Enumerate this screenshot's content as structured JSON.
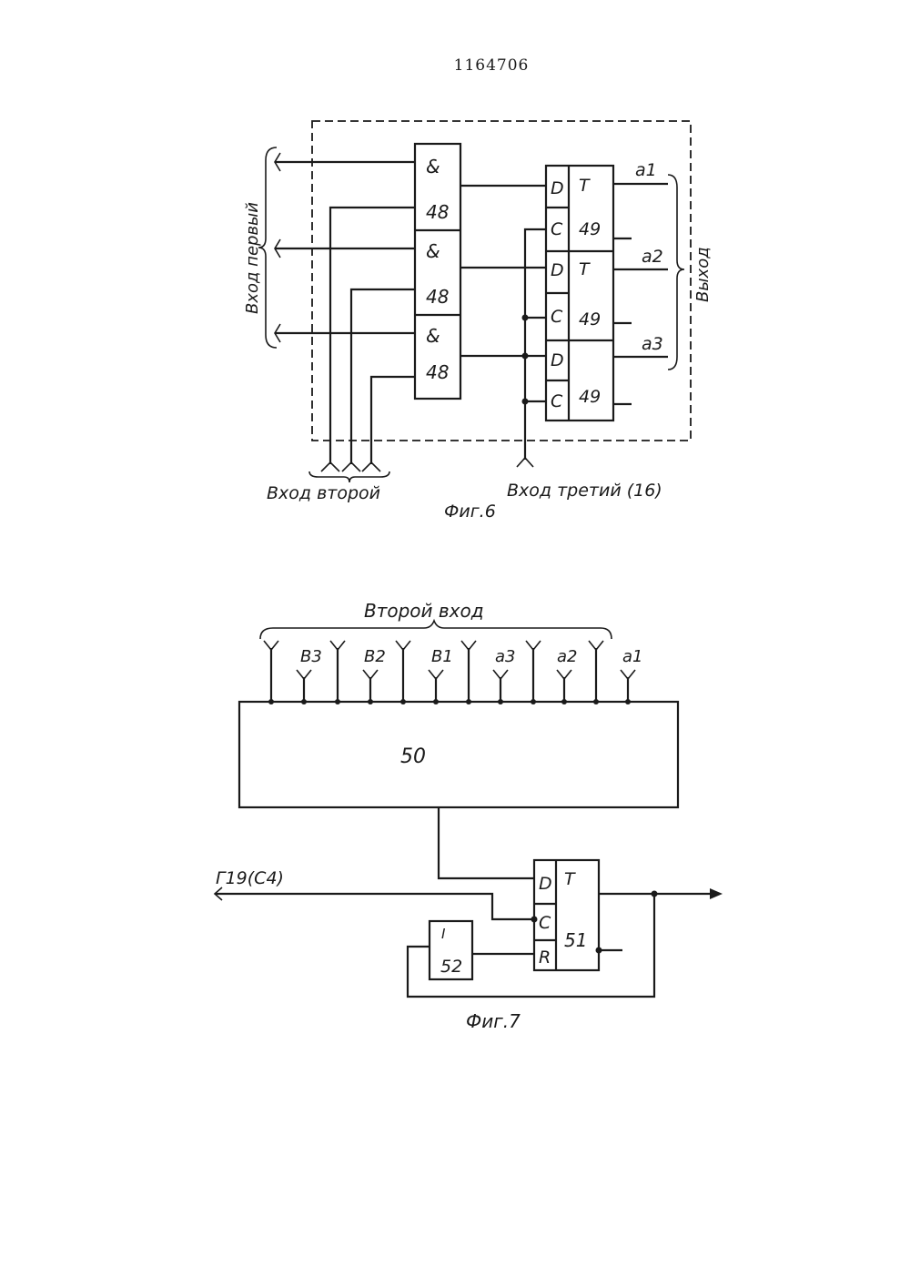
{
  "page": {
    "patent_number": "1164706"
  },
  "fig6": {
    "caption": "Фиг.6",
    "input_first_label": "Вход первый",
    "input_second_label": "Вход второй",
    "input_third_label": "Вход третий (16)",
    "output_label": "Выход",
    "and_gates": [
      {
        "symbol": "&",
        "number": "48"
      },
      {
        "symbol": "&",
        "number": "48"
      },
      {
        "symbol": "&",
        "number": "48"
      }
    ],
    "triggers": [
      {
        "d": "D",
        "c": "C",
        "t": "T",
        "number": "49",
        "output": "a1"
      },
      {
        "d": "D",
        "c": "C",
        "t": "T",
        "number": "49",
        "output": "a2"
      },
      {
        "d": "D",
        "c": "C",
        "t": "",
        "number": "49",
        "output": "a3"
      }
    ]
  },
  "fig7": {
    "caption": "Фиг.7",
    "bus_label": "Второй вход",
    "inputs": [
      "",
      "B3",
      "",
      "B2",
      "",
      "B1",
      "",
      "a3",
      "",
      "a2",
      "",
      "a1"
    ],
    "block_50": "50",
    "clock_label": "Г19(C4)",
    "trigger": {
      "d": "D",
      "c": "C",
      "r": "R",
      "t": "T",
      "number": "51"
    },
    "delay": {
      "symbol": "I",
      "number": "52"
    }
  }
}
